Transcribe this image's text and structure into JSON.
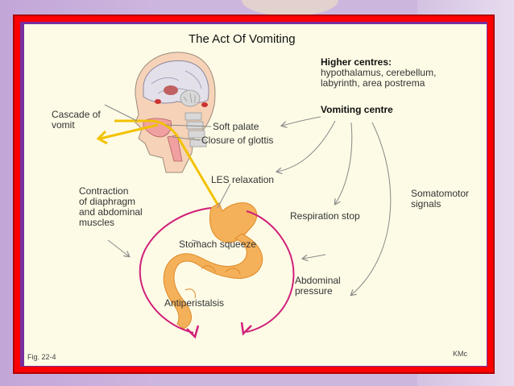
{
  "title": "The Act Of Vomiting",
  "higher_centres": {
    "heading": "Higher centres:",
    "line1": "hypothalamus, cerebellum,",
    "line2": "labyrinth, area postrema"
  },
  "vomiting_centre": "Vomiting centre",
  "labels": {
    "cascade_line1": "Cascade of",
    "cascade_line2": "vomit",
    "soft_palate": "Soft palate",
    "closure_glottis": "Closure of glottis",
    "les_relaxation": "LES relaxation",
    "contraction_line1": "Contraction",
    "contraction_line2": "of diaphragm",
    "contraction_line3": "and abdominal",
    "contraction_line4": "muscles",
    "somatomotor_line1": "Somatomotor",
    "somatomotor_line2": "signals",
    "respiration_stop": "Respiration stop",
    "stomach_squeeze": "Stomach squeeze",
    "abdominal_line1": "Abdominal",
    "abdominal_line2": "pressure",
    "antiperistalsis": "Antiperistalsis"
  },
  "footer": {
    "fig": "Fig. 22-4",
    "credit": "KMc"
  },
  "colors": {
    "frame_red": "#ff0000",
    "frame_purple": "#7a2fa0",
    "panel": "#fdfbe6",
    "vomit_path": "#f2c200",
    "force_arrow": "#d0207a",
    "stomach": "#f4b15a"
  }
}
